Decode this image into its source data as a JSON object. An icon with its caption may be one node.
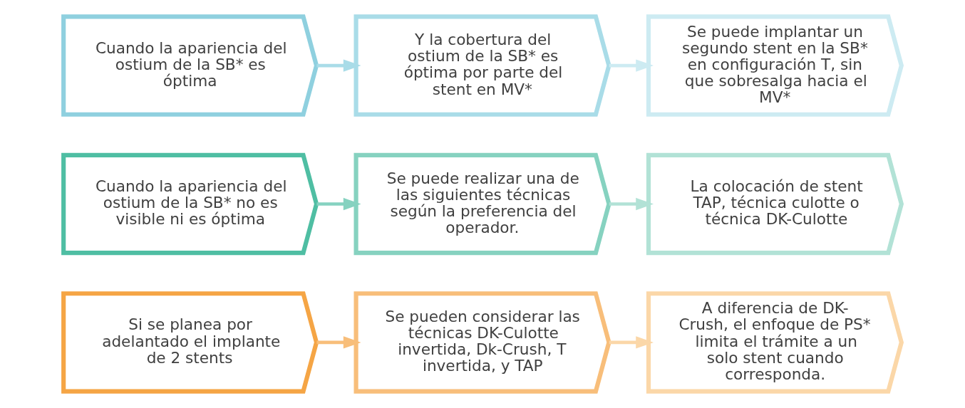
{
  "diagram": {
    "nodes": [
      {
        "text": [
          "Cuando la apariencia del ostium de la SB* es óptima"
        ]
      },
      {
        "text": [
          "Y la cobertura del ostium de la SB* es óptima por parte del stent en MV*"
        ]
      },
      {
        "text": [
          "Se puede implantar un segundo stent en la SB* en configuración T, sin que sobresalga hacia el MV*"
        ]
      },
      {
        "text": [
          "Cuando la apariencia del ostium de la SB* no es visible ni es óptima"
        ]
      },
      {
        "text": [
          "Se puede realizar una de las siguientes técnicas según la preferencia del operador."
        ]
      },
      {
        "text": [
          "La colocación de stent TAP, técnica culotte o técnica DK-Culotte"
        ]
      },
      {
        "text": [
          "Si se planea por adelantado el implante de 2 stents"
        ]
      },
      {
        "text": [
          "Se pueden considerar las técnicas DK-Culotte invertida, Dk-Crush, T invertida, y TAP"
        ]
      },
      {
        "text": [
          "A diferencia de DK-Crush, el enfoque de PS* limita el trámite a un solo stent cuando corresponda."
        ]
      }
    ],
    "edges": [
      {
        "from": 0,
        "to": 1,
        "arrow": "to",
        "color": "#a9dce8"
      },
      {
        "from": 1,
        "to": 2,
        "arrow": "to",
        "color": "#cdebf2"
      },
      {
        "from": 3,
        "to": 4,
        "arrow": "to",
        "color": "#86d2c0"
      },
      {
        "from": 4,
        "to": 5,
        "arrow": "to",
        "color": "#b2e2d6"
      },
      {
        "from": 6,
        "to": 7,
        "arrow": "to",
        "color": "#f8be7a"
      },
      {
        "from": 7,
        "to": 8,
        "arrow": "to",
        "color": "#fbd7a8"
      }
    ]
  }
}
